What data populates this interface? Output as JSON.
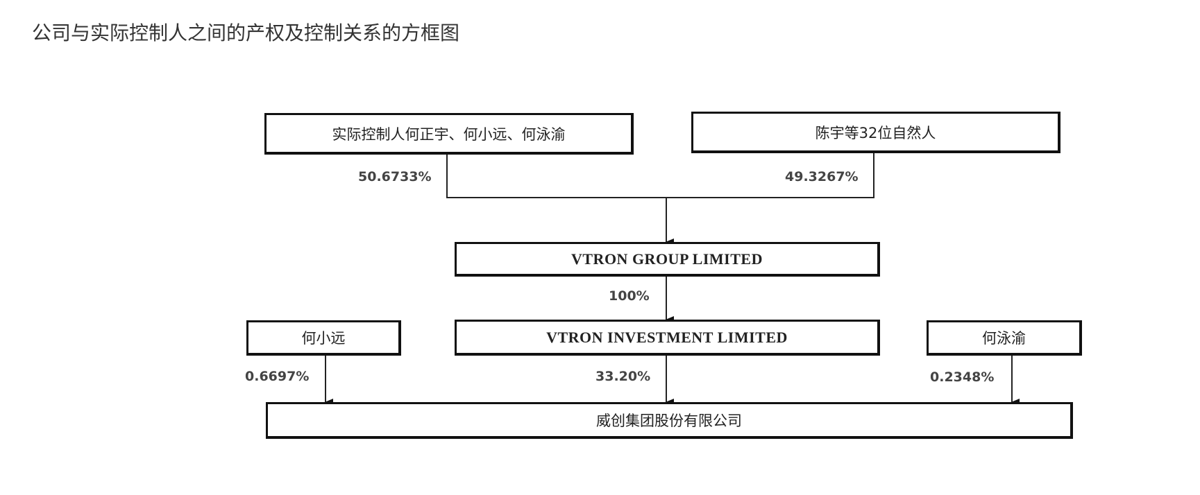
{
  "title": "公司与实际控制人之间的产权及控制关系的方框图",
  "nodes": {
    "controllers": "实际控制人何正宇、何小远、何泳渝",
    "natural_persons": "陈宇等32位自然人",
    "vtron_group": "VTRON GROUP LIMITED",
    "vtron_investment": "VTRON INVESTMENT LIMITED",
    "he_xiaoyuan": "何小远",
    "he_yongyu": "何泳渝",
    "company": "威创集团股份有限公司"
  },
  "edges": {
    "controllers_to_group": "50.6733%",
    "natural_to_group": "49.3267%",
    "group_to_investment": "100%",
    "xiaoyuan_to_company": "0.6697%",
    "investment_to_company": "33.20%",
    "yongyu_to_company": "0.2348%"
  }
}
